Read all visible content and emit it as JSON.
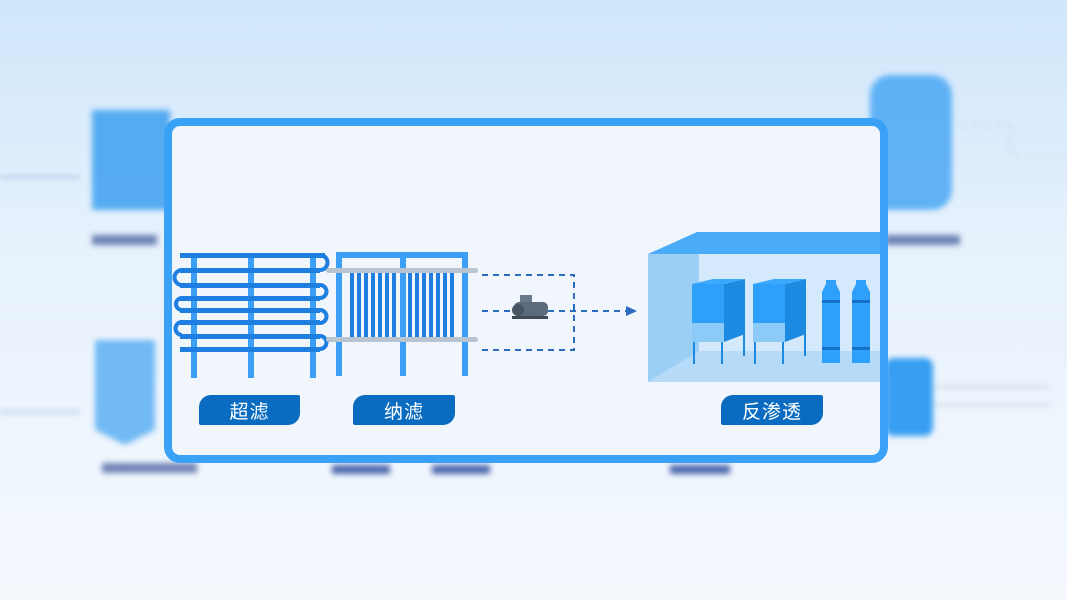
{
  "diagram": {
    "stages": [
      {
        "id": "ultrafiltration",
        "label": "超滤"
      },
      {
        "id": "nanofiltration",
        "label": "纳滤"
      },
      {
        "id": "reverse-osmosis",
        "label": "反渗透"
      }
    ],
    "colors": {
      "accent": "#3aa2f6",
      "label_bg": "#0a6cc0",
      "equipment": "#1e7fe0"
    }
  }
}
